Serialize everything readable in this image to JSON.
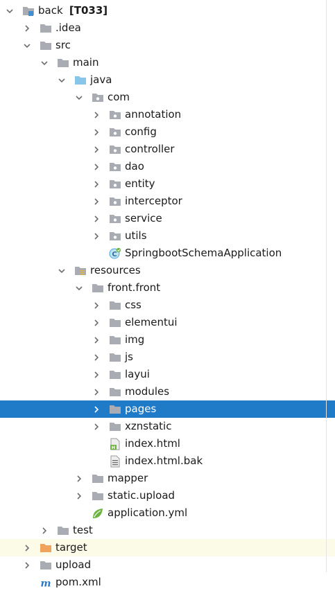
{
  "project_tree": {
    "nodes": [
      {
        "label": "back",
        "tag": "[T033]",
        "depth": 0,
        "arrow": "expanded",
        "icon": "module-folder-icon"
      },
      {
        "label": ".idea",
        "depth": 1,
        "arrow": "collapsed",
        "icon": "folder-icon"
      },
      {
        "label": "src",
        "depth": 1,
        "arrow": "expanded",
        "icon": "folder-icon"
      },
      {
        "label": "main",
        "depth": 2,
        "arrow": "expanded",
        "icon": "folder-icon"
      },
      {
        "label": "java",
        "depth": 3,
        "arrow": "expanded",
        "icon": "source-root-folder-icon"
      },
      {
        "label": "com",
        "depth": 4,
        "arrow": "expanded",
        "icon": "package-icon"
      },
      {
        "label": "annotation",
        "depth": 5,
        "arrow": "collapsed",
        "icon": "package-icon"
      },
      {
        "label": "config",
        "depth": 5,
        "arrow": "collapsed",
        "icon": "package-icon"
      },
      {
        "label": "controller",
        "depth": 5,
        "arrow": "collapsed",
        "icon": "package-icon"
      },
      {
        "label": "dao",
        "depth": 5,
        "arrow": "collapsed",
        "icon": "package-icon"
      },
      {
        "label": "entity",
        "depth": 5,
        "arrow": "collapsed",
        "icon": "package-icon"
      },
      {
        "label": "interceptor",
        "depth": 5,
        "arrow": "collapsed",
        "icon": "package-icon"
      },
      {
        "label": "service",
        "depth": 5,
        "arrow": "collapsed",
        "icon": "package-icon"
      },
      {
        "label": "utils",
        "depth": 5,
        "arrow": "collapsed",
        "icon": "package-icon"
      },
      {
        "label": "SpringbootSchemaApplication",
        "depth": 5,
        "arrow": "none",
        "icon": "spring-boot-class-icon"
      },
      {
        "label": "resources",
        "depth": 3,
        "arrow": "expanded",
        "icon": "resources-folder-icon"
      },
      {
        "label": "front.front",
        "depth": 4,
        "arrow": "expanded",
        "icon": "folder-icon"
      },
      {
        "label": "css",
        "depth": 5,
        "arrow": "collapsed",
        "icon": "folder-icon"
      },
      {
        "label": "elementui",
        "depth": 5,
        "arrow": "collapsed",
        "icon": "folder-icon"
      },
      {
        "label": "img",
        "depth": 5,
        "arrow": "collapsed",
        "icon": "folder-icon"
      },
      {
        "label": "js",
        "depth": 5,
        "arrow": "collapsed",
        "icon": "folder-icon"
      },
      {
        "label": "layui",
        "depth": 5,
        "arrow": "collapsed",
        "icon": "folder-icon"
      },
      {
        "label": "modules",
        "depth": 5,
        "arrow": "collapsed",
        "icon": "folder-icon"
      },
      {
        "label": "pages",
        "depth": 5,
        "arrow": "collapsed",
        "icon": "folder-icon",
        "selected": true
      },
      {
        "label": "xznstatic",
        "depth": 5,
        "arrow": "collapsed",
        "icon": "folder-icon"
      },
      {
        "label": "index.html",
        "depth": 5,
        "arrow": "none",
        "icon": "html-file-icon"
      },
      {
        "label": "index.html.bak",
        "depth": 5,
        "arrow": "none",
        "icon": "text-file-icon"
      },
      {
        "label": "mapper",
        "depth": 4,
        "arrow": "collapsed",
        "icon": "folder-icon"
      },
      {
        "label": "static.upload",
        "depth": 4,
        "arrow": "collapsed",
        "icon": "folder-icon"
      },
      {
        "label": "application.yml",
        "depth": 4,
        "arrow": "none",
        "icon": "spring-yml-icon"
      },
      {
        "label": "test",
        "depth": 2,
        "arrow": "collapsed",
        "icon": "folder-icon"
      },
      {
        "label": "target",
        "depth": 1,
        "arrow": "collapsed",
        "icon": "excluded-folder-icon",
        "highlight": true
      },
      {
        "label": "upload",
        "depth": 1,
        "arrow": "collapsed",
        "icon": "folder-icon"
      },
      {
        "label": "pom.xml",
        "depth": 1,
        "arrow": "none",
        "icon": "maven-icon"
      }
    ]
  },
  "colors": {
    "selection": "#1f7ac8",
    "highlight_row": "#fcfbe8",
    "folder": "#a9adb3",
    "source_folder": "#87c6e8",
    "excluded_folder": "#f0a35c",
    "maven": "#2f7ac4",
    "spring": "#6db33f"
  }
}
